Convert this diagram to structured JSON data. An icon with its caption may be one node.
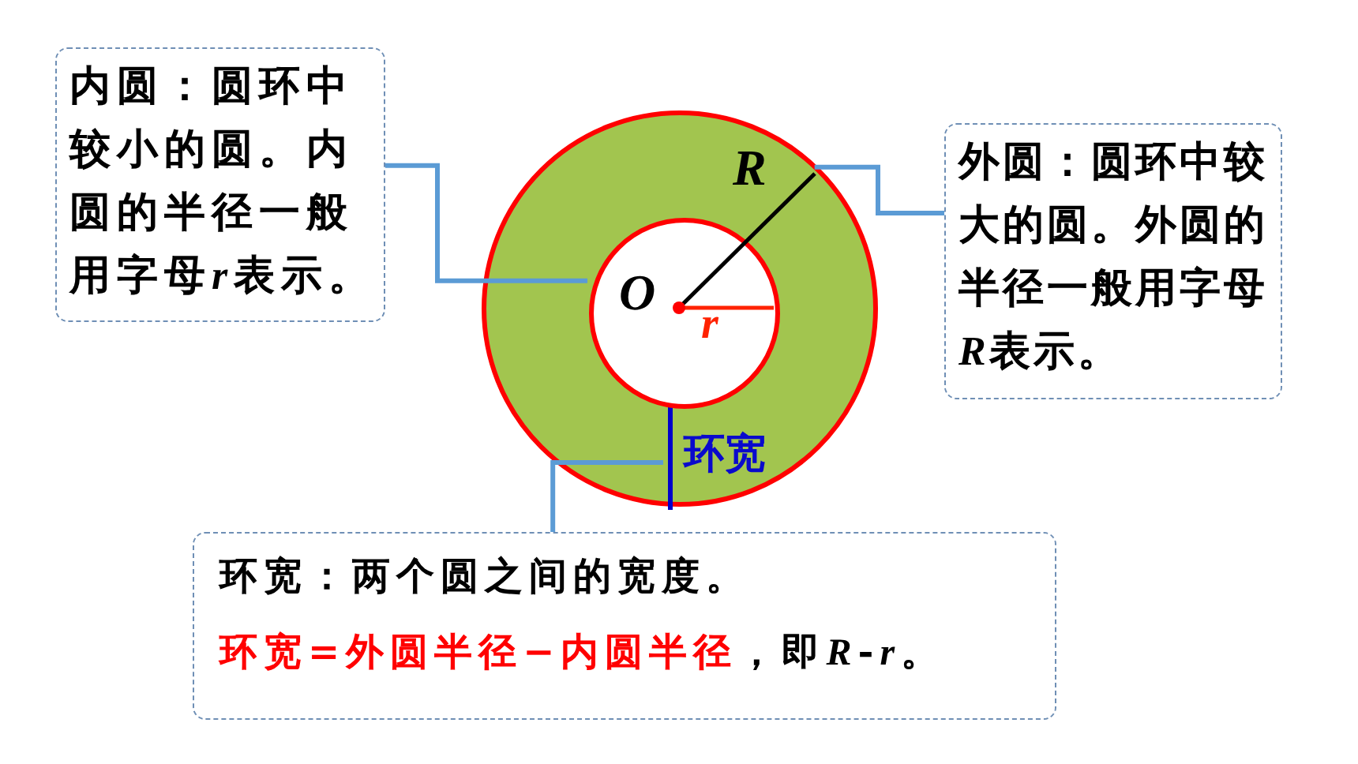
{
  "diagram": {
    "nodes": [
      {
        "text": [
          "内圆：圆环中较小的圆。内圆的半径一般用字母r表示。"
        ]
      },
      {
        "text": [
          "外圆：圆环中较大的圆。外圆的半径一般用字母R表示。"
        ]
      },
      {
        "text": [
          "环宽：两个圆之间的宽度。",
          "环宽=外圆半径−内圆半径",
          "，即R-r。"
        ]
      },
      {
        "text": [],
        "shape": "circle"
      },
      {
        "text": [],
        "shape": "circle",
        "in": 3
      },
      {
        "text": [],
        "shape": "bar",
        "in": 3,
        "beside": [
          "环宽"
        ]
      }
    ],
    "edges": [
      {
        "from": 0,
        "to": 3,
        "arrow": "none"
      },
      {
        "from": 1,
        "to": 3,
        "arrow": "none"
      },
      {
        "from": 2,
        "to": 5,
        "arrow": "none"
      }
    ],
    "labels": [
      "O",
      "R",
      "r"
    ]
  }
}
